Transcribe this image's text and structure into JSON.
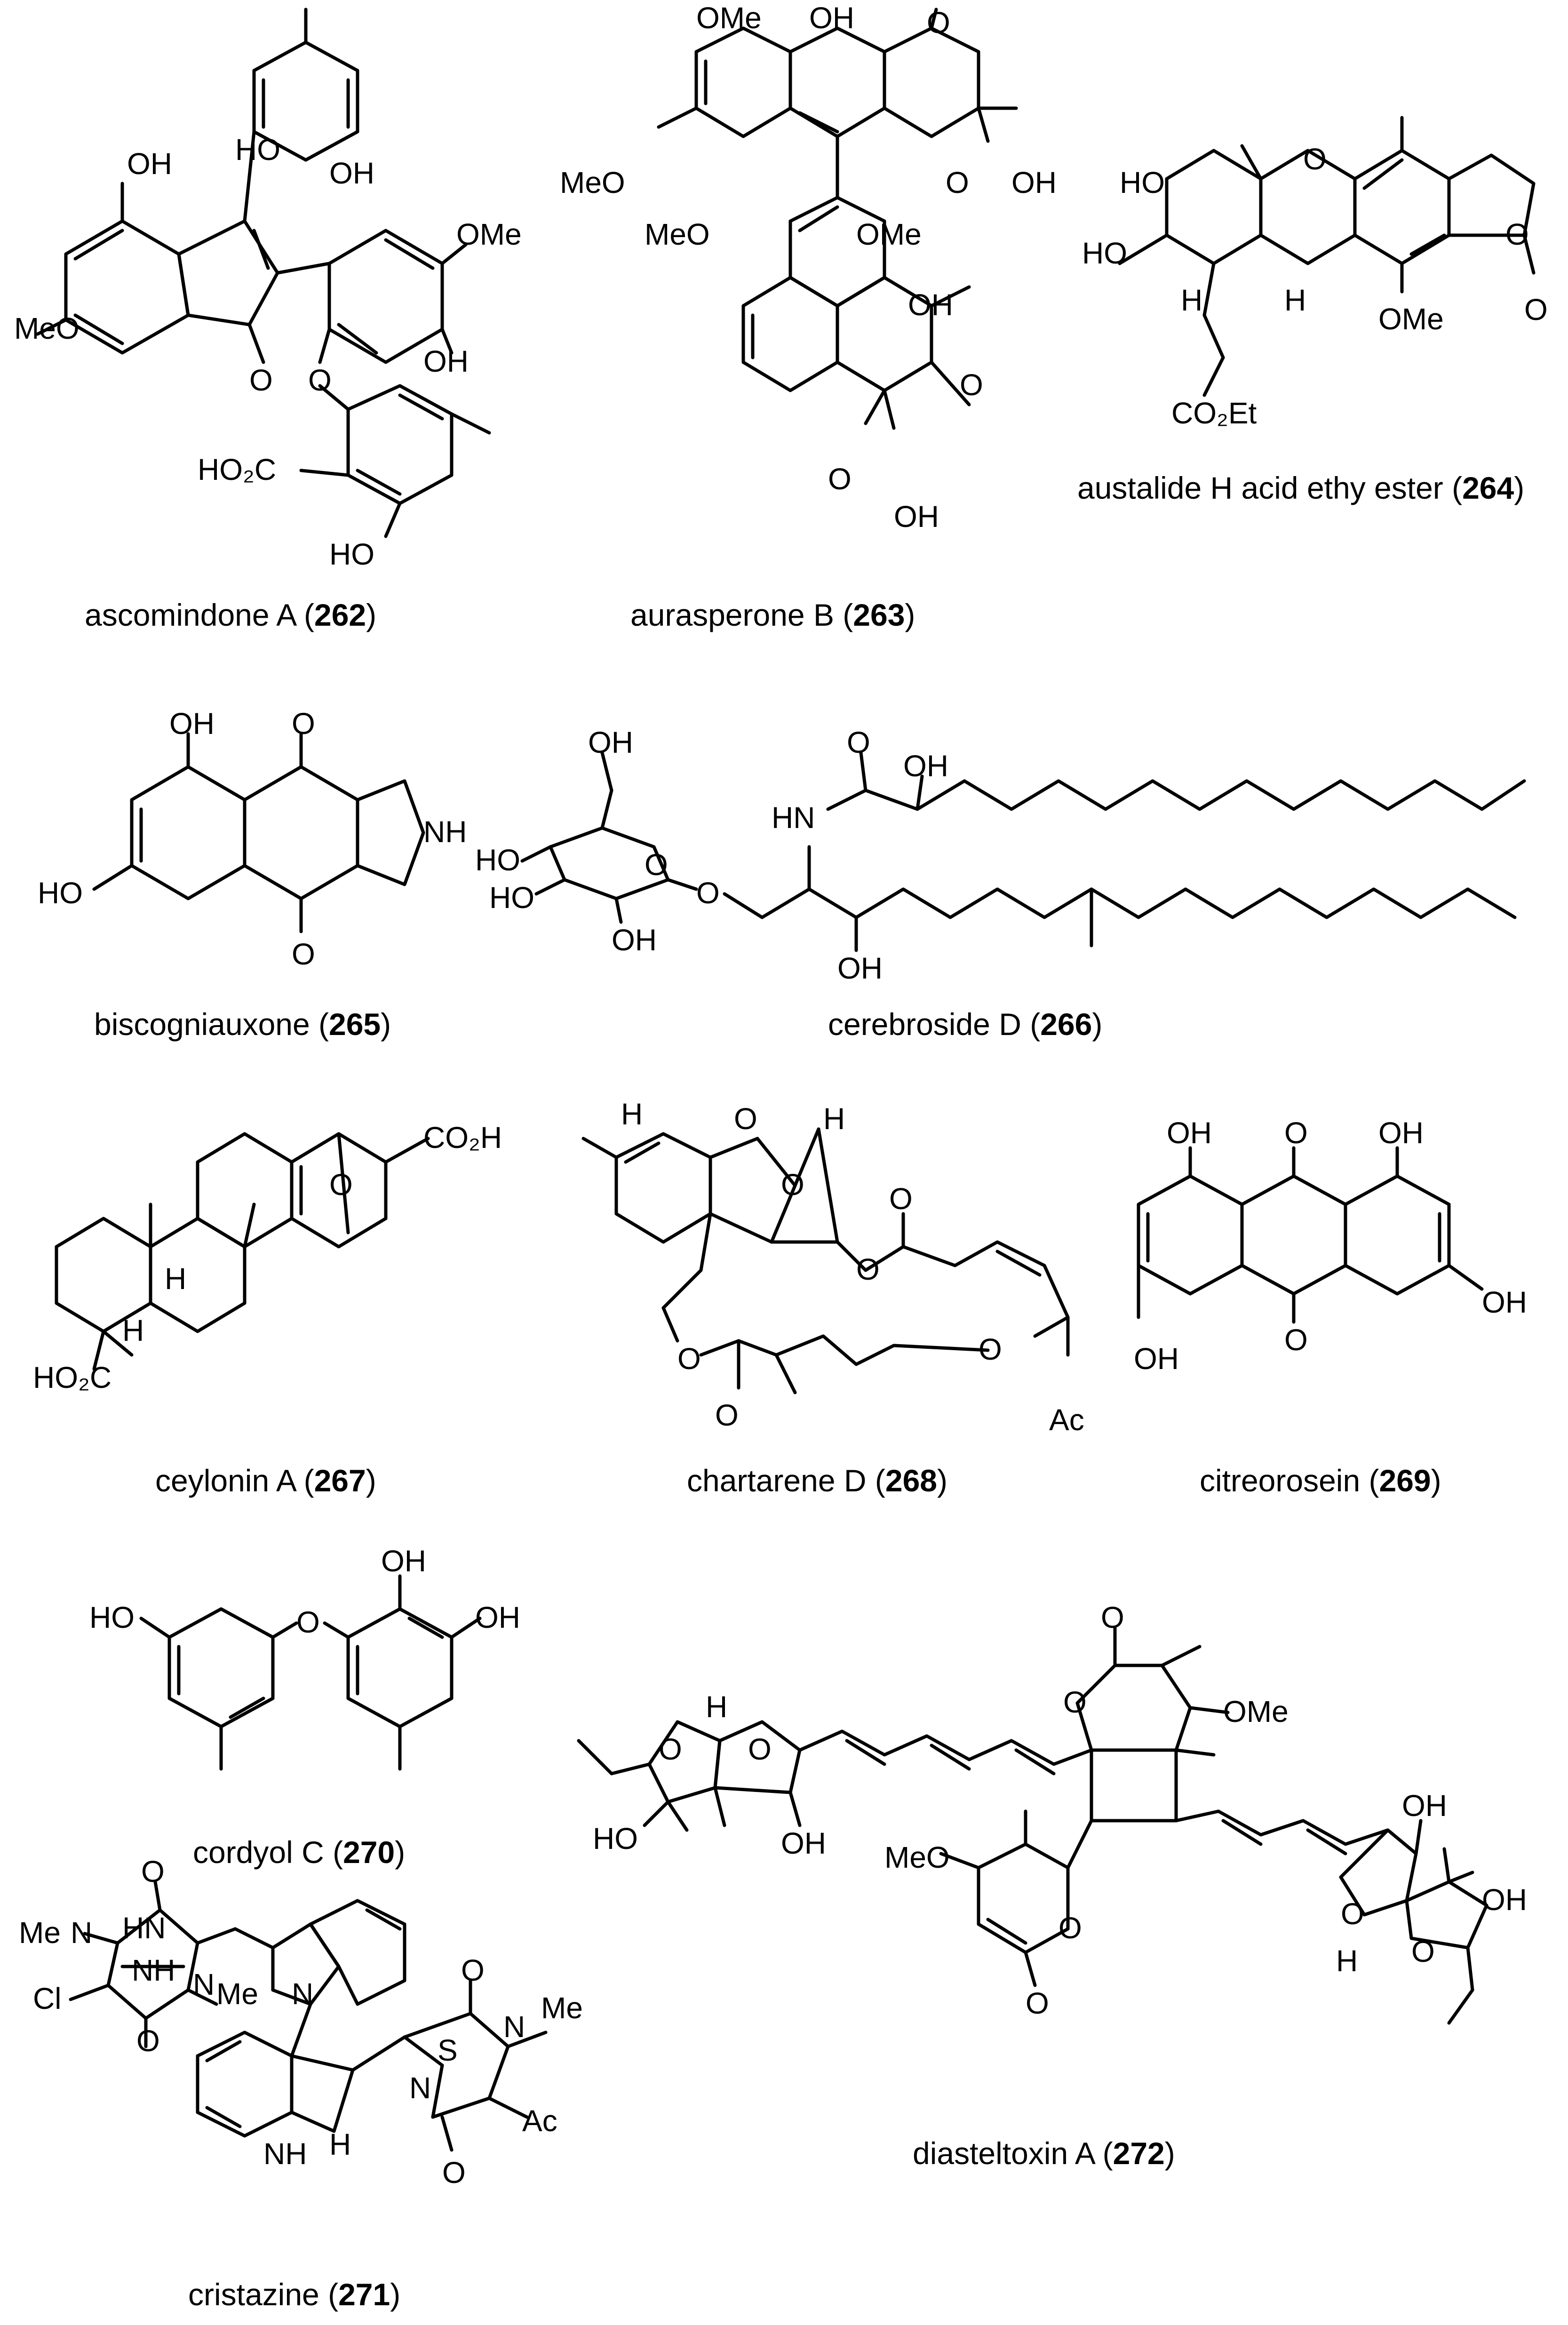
{
  "compounds": [
    {
      "name": "ascomindone A",
      "number": "262"
    },
    {
      "name": "aurasperone B",
      "number": "263"
    },
    {
      "name": "austalide H acid ethy ester",
      "number": "264"
    },
    {
      "name": "biscogniauxone",
      "number": "265"
    },
    {
      "name": "cerebroside D",
      "number": "266"
    },
    {
      "name": "ceylonin A",
      "number": "267"
    },
    {
      "name": "chartarene D",
      "number": "268"
    },
    {
      "name": "citreorosein",
      "number": "269"
    },
    {
      "name": "cordyol C",
      "number": "270"
    },
    {
      "name": "cristazine",
      "number": "271"
    },
    {
      "name": "diasteltoxin A",
      "number": "272"
    }
  ],
  "atom_labels": {
    "OH": "OH",
    "HO": "HO",
    "OMe": "OMe",
    "MeO": "MeO",
    "O": "O",
    "H": "H",
    "HO2C": "HO₂C",
    "CO2H": "CO₂H",
    "CO2Et": "CO₂Et",
    "NH": "NH",
    "HN": "HN",
    "N": "N",
    "S": "S",
    "Cl": "Cl",
    "Me": "Me",
    "Ac": "Ac"
  }
}
